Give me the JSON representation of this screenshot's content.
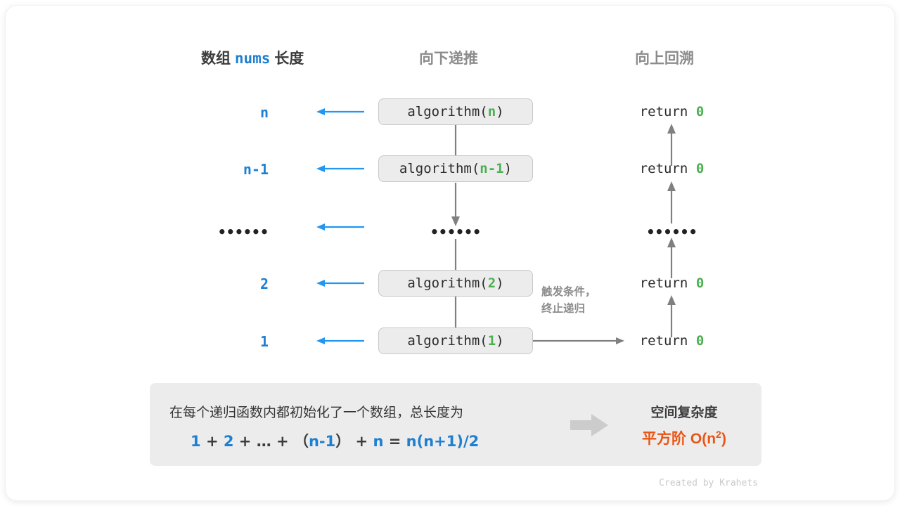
{
  "diagram": {
    "headers": {
      "left_prefix": "数组",
      "left_code": "nums",
      "left_suffix": "长度",
      "middle": "向下递推",
      "right": "向上回溯"
    },
    "rows": [
      {
        "length": "n",
        "call_prefix": "algorithm(",
        "call_arg": "n",
        "call_suffix": ")",
        "return_text": "return",
        "return_value": "0"
      },
      {
        "length": "n-1",
        "call_prefix": "algorithm(",
        "call_arg": "n-1",
        "call_suffix": ")",
        "return_text": "return",
        "return_value": "0"
      },
      {
        "length": "••••••",
        "call_prefix": "",
        "call_arg": "",
        "call_suffix": "",
        "return_text": "",
        "return_value": ""
      },
      {
        "length": "2",
        "call_prefix": "algorithm(",
        "call_arg": "2",
        "call_suffix": ")",
        "return_text": "return",
        "return_value": "0"
      },
      {
        "length": "1",
        "call_prefix": "algorithm(",
        "call_arg": "1",
        "call_suffix": ")",
        "return_text": "return",
        "return_value": "0"
      }
    ],
    "ellipsis_middle": "••••••",
    "ellipsis_right": "••••••",
    "trigger_note_line1": "触发条件，",
    "trigger_note_line2": "终止递归"
  },
  "summary": {
    "description": "在每个递归函数内都初始化了一个数组，总长度为",
    "formula": {
      "t1": "1",
      "op1": "+",
      "t2": "2",
      "op2": "+",
      "t3": "…",
      "op3": "+",
      "lp": "（",
      "t4": "n-1",
      "rp": "）",
      "op4": "+",
      "t5": "n",
      "eq": "=",
      "result": "n(n+1)/2"
    },
    "right_title": "空间复杂度",
    "right_value_label": "平方阶",
    "right_value_big": "O(n",
    "right_value_sup": "2",
    "right_value_tail": ")"
  },
  "footer": {
    "credit": "Created by Krahets"
  },
  "colors": {
    "blue": "#1f7fd0",
    "green": "#4caf50",
    "orange": "#ea5514",
    "gray_arrow": "#808080",
    "box_fill": "#ececec",
    "box_border": "#c8c8c8"
  }
}
